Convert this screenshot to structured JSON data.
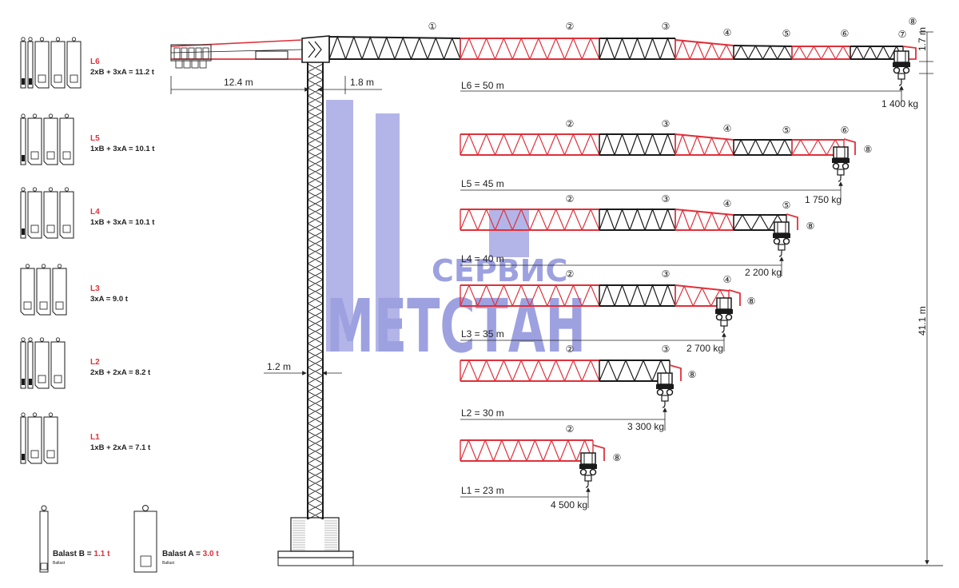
{
  "colors": {
    "red": "#e0303a",
    "black": "#1a1a1a",
    "watermark": "#5b5fc7"
  },
  "watermark": {
    "line1": "СЕРВИС",
    "line2": "МЕТСТАН"
  },
  "dims": {
    "counter_jib": "12.4 m",
    "cab_offset": "1.8 m",
    "tower_width": "1.2 m",
    "head_height": "1.7 m",
    "height": "41.1 m"
  },
  "configs": [
    {
      "name": "L6",
      "formula": "2xB + 3xA = 11.2 t",
      "ballast": [
        "B",
        "B",
        "A",
        "A",
        "A"
      ]
    },
    {
      "name": "L5",
      "formula": "1xB + 3xA = 10.1 t",
      "ballast": [
        "B",
        "A",
        "A",
        "A"
      ]
    },
    {
      "name": "L4",
      "formula": "1xB + 3xA = 10.1 t",
      "ballast": [
        "B",
        "A",
        "A",
        "A"
      ]
    },
    {
      "name": "L3",
      "formula": "3xA = 9.0 t",
      "ballast": [
        "A",
        "A",
        "A"
      ]
    },
    {
      "name": "L2",
      "formula": "2xB + 2xA = 8.2 t",
      "ballast": [
        "B",
        "B",
        "A",
        "A"
      ]
    },
    {
      "name": "L1",
      "formula": "1xB + 2xA = 7.1 t",
      "ballast": [
        "B",
        "A",
        "A"
      ]
    }
  ],
  "ballast_legend": {
    "b_label": "Balast B = ",
    "b_value": "1.1 t",
    "b_sub": "Ballast",
    "a_label": "Balast A = ",
    "a_value": "3.0 t",
    "a_sub": "Ballast"
  },
  "jibs": [
    {
      "label": "L6 = 50 m",
      "load": "1 400 kg"
    },
    {
      "label": "L5 = 45 m",
      "load": "1 750 kg"
    },
    {
      "label": "L4 = 40 m",
      "load": "2 200 kg"
    },
    {
      "label": "L3 = 35 m",
      "load": "2 700 kg"
    },
    {
      "label": "L2 = 30 m",
      "load": "3 300 kg"
    },
    {
      "label": "L1 = 23 m",
      "load": "4 500 kg"
    }
  ],
  "section_labels": [
    "①",
    "②",
    "③",
    "④",
    "⑤",
    "⑥",
    "⑦",
    "⑧"
  ]
}
